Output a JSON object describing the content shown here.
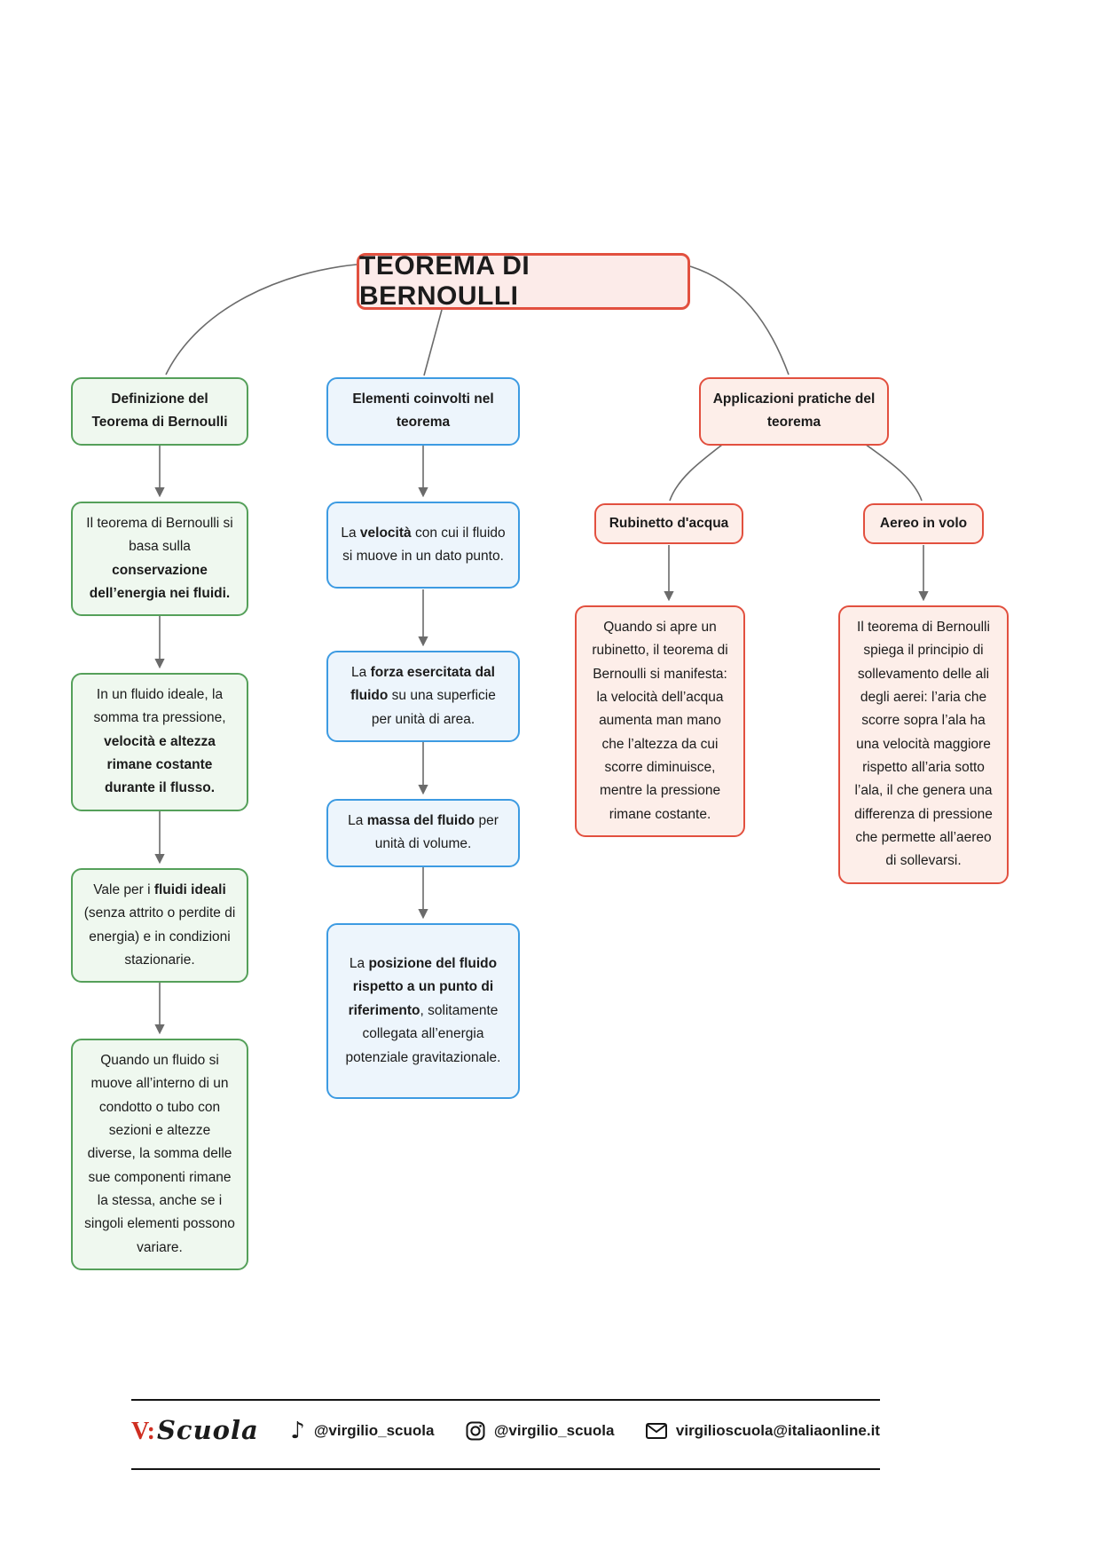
{
  "title": "TEOREMA DI BERNOULLI",
  "columns": {
    "definizione": {
      "header": "Definizione del Teorema di Bernoulli",
      "items": [
        {
          "segments": [
            {
              "t": "Il teorema di Bernoulli si basa sulla "
            },
            {
              "t": "conservazione dell’energia nei fluidi.",
              "b": true
            }
          ]
        },
        {
          "segments": [
            {
              "t": "In un fluido ideale, la somma tra pressione, "
            },
            {
              "t": "velocità e altezza rimane costante durante il flusso.",
              "b": true
            }
          ]
        },
        {
          "segments": [
            {
              "t": "Vale per i "
            },
            {
              "t": "fluidi ideali",
              "b": true
            },
            {
              "t": " (senza attrito o perdite di energia) e in condizioni stazionarie."
            }
          ]
        },
        {
          "segments": [
            {
              "t": "Quando un fluido si muove all’interno di un condotto o tubo con sezioni e altezze diverse, la somma delle sue componenti rimane la stessa, anche se i singoli elementi possono variare."
            }
          ]
        }
      ]
    },
    "elementi": {
      "header": "Elementi coinvolti nel teorema",
      "items": [
        {
          "segments": [
            {
              "t": "La "
            },
            {
              "t": "velocità",
              "b": true
            },
            {
              "t": " con cui il fluido si muove in un dato punto."
            }
          ]
        },
        {
          "segments": [
            {
              "t": "La "
            },
            {
              "t": "forza esercitata dal fluido",
              "b": true
            },
            {
              "t": " su una superficie per unità di area."
            }
          ]
        },
        {
          "segments": [
            {
              "t": "La "
            },
            {
              "t": "massa del fluido",
              "b": true
            },
            {
              "t": " per unità di volume."
            }
          ]
        },
        {
          "segments": [
            {
              "t": "La "
            },
            {
              "t": "posizione del fluido rispetto a un punto di riferimento",
              "b": true
            },
            {
              "t": ", solitamente collegata all’energia potenziale gravitazionale."
            }
          ]
        }
      ]
    },
    "applicazioni": {
      "header": "Applicazioni pratiche del teorema",
      "subbranches": [
        {
          "label": "Rubinetto d'acqua",
          "body": "Quando si apre un rubinetto, il teorema di Bernoulli si manifesta: la velocità dell’acqua aumenta man mano che l’altezza da cui scorre diminuisce, mentre la pressione rimane costante."
        },
        {
          "label": "Aereo in volo",
          "body": "Il teorema di Bernoulli spiega il principio di sollevamento delle ali degli aerei: l’aria che scorre sopra l’ala ha una velocità maggiore rispetto all’aria sotto l’ala, il che genera una differenza di pressione che permette all’aereo di sollevarsi."
        }
      ]
    }
  },
  "colors": {
    "accent_red": "#e2503f",
    "accent_green": "#55a05a",
    "accent_blue": "#3d9be2",
    "connector": "#6b6b6b"
  },
  "footer": {
    "logo_prefix": "V:",
    "logo_name": "Scuola",
    "tiktok_handle": "@virgilio_scuola",
    "instagram_handle": "@virgilio_scuola",
    "email": "virgilioscuola@italiaonline.it"
  }
}
